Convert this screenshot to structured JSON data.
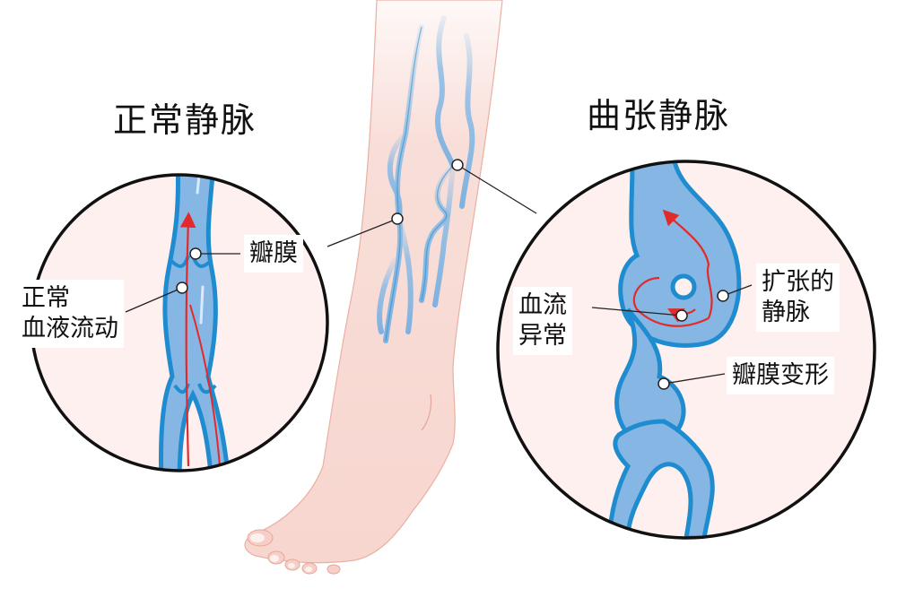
{
  "diagram": {
    "type": "medical-illustration",
    "subject": "leg with normal vs varicose veins",
    "colors": {
      "background": "#ffffff",
      "skin": "#f7d6cf",
      "skin_outline": "#e9a99a",
      "circle_fill": "#fdf0ee",
      "circle_outline": "#111111",
      "vein_fill": "#7fb2e0",
      "vein_outline": "#1e8ccf",
      "blood_flow_arrow": "#e32a2a",
      "leader_line": "#222222",
      "marker_fill": "#ffffff"
    },
    "panels": [
      {
        "id": "normal",
        "title": "正常静脉",
        "callouts": [
          {
            "text": "瓣膜"
          },
          {
            "text_lines": [
              "正常",
              "血液流动"
            ]
          }
        ]
      },
      {
        "id": "varicose",
        "title": "曲张静脉",
        "callouts": [
          {
            "text_lines": [
              "扩张的",
              "静脉"
            ]
          },
          {
            "text_lines": [
              "血流",
              "异常"
            ]
          },
          {
            "text": "瓣膜变形"
          }
        ]
      }
    ]
  },
  "labels": {
    "title_left": "正常静脉",
    "title_right": "曲张静脉",
    "valve": "瓣膜",
    "normal_flow_line1": "正常",
    "normal_flow_line2": "血液流动",
    "dilated_vein_line1": "扩张的",
    "dilated_vein_line2": "静脉",
    "abnormal_flow_line1": "血流",
    "abnormal_flow_line2": "异常",
    "deformed_valve": "瓣膜变形"
  }
}
